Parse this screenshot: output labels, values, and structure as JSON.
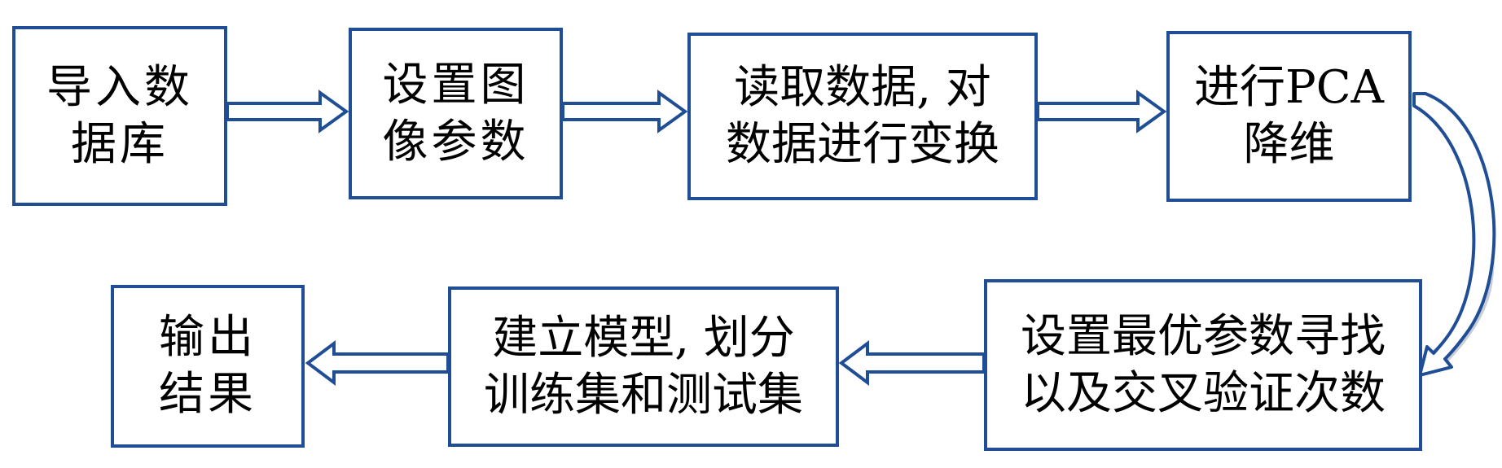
{
  "flowchart": {
    "nodes": [
      {
        "id": "n1",
        "lines": [
          "导入数",
          "据库"
        ]
      },
      {
        "id": "n2",
        "lines": [
          "设置图",
          "像参数"
        ]
      },
      {
        "id": "n3",
        "lines": [
          "读取数据, 对",
          "数据进行变换"
        ]
      },
      {
        "id": "n4",
        "lines": [
          "进行PCA",
          "降维"
        ]
      },
      {
        "id": "n5",
        "lines": [
          "设置最优参数寻找",
          "以及交叉验证次数"
        ]
      },
      {
        "id": "n6",
        "lines": [
          "建立模型, 划分",
          "训练集和测试集"
        ]
      },
      {
        "id": "n7",
        "lines": [
          "输出",
          "结果"
        ]
      }
    ],
    "edges": [
      {
        "from": "n1",
        "to": "n2"
      },
      {
        "from": "n2",
        "to": "n3"
      },
      {
        "from": "n3",
        "to": "n4"
      },
      {
        "from": "n4",
        "to": "n5"
      },
      {
        "from": "n5",
        "to": "n6"
      },
      {
        "from": "n6",
        "to": "n7"
      }
    ],
    "colors": {
      "border": "#1f4e96",
      "arrow_fill": "#ffffff",
      "curve_shade": "#c9ced6"
    }
  }
}
